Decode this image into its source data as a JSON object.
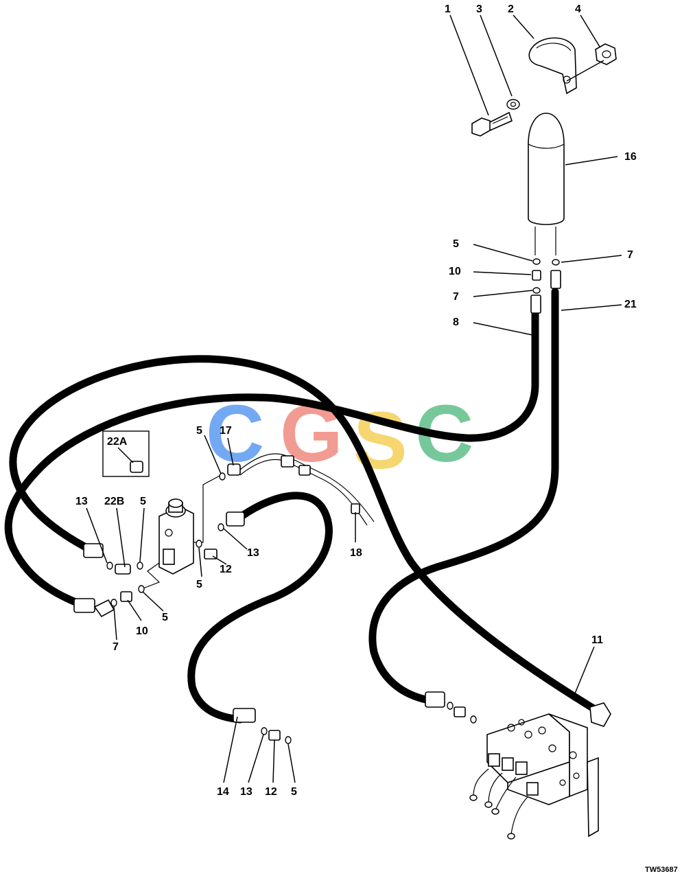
{
  "figure_id": "TW53687",
  "watermark": {
    "letters": [
      "C",
      "G",
      "S",
      "C"
    ],
    "colors": [
      "#5b9bf0",
      "#f08a80",
      "#f5cf55",
      "#5fbf8a"
    ]
  },
  "callouts": [
    {
      "id": "c-1",
      "text": "1"
    },
    {
      "id": "c-3",
      "text": "3"
    },
    {
      "id": "c-2",
      "text": "2"
    },
    {
      "id": "c-4",
      "text": "4"
    },
    {
      "id": "c-16",
      "text": "16"
    },
    {
      "id": "c-5a",
      "text": "5"
    },
    {
      "id": "c-7a",
      "text": "7"
    },
    {
      "id": "c-10a",
      "text": "10"
    },
    {
      "id": "c-7b",
      "text": "7"
    },
    {
      "id": "c-21",
      "text": "21"
    },
    {
      "id": "c-8",
      "text": "8"
    },
    {
      "id": "c-22a",
      "text": "22A"
    },
    {
      "id": "c-5b",
      "text": "5"
    },
    {
      "id": "c-17",
      "text": "17"
    },
    {
      "id": "c-13a",
      "text": "13"
    },
    {
      "id": "c-22b",
      "text": "22B"
    },
    {
      "id": "c-5c",
      "text": "5"
    },
    {
      "id": "c-13b",
      "text": "13"
    },
    {
      "id": "c-12a",
      "text": "12"
    },
    {
      "id": "c-5d",
      "text": "5"
    },
    {
      "id": "c-18",
      "text": "18"
    },
    {
      "id": "c-5e",
      "text": "5"
    },
    {
      "id": "c-7c",
      "text": "7"
    },
    {
      "id": "c-10b",
      "text": "10"
    },
    {
      "id": "c-11",
      "text": "11"
    },
    {
      "id": "c-14",
      "text": "14"
    },
    {
      "id": "c-13c",
      "text": "13"
    },
    {
      "id": "c-12b",
      "text": "12"
    },
    {
      "id": "c-5f",
      "text": "5"
    }
  ]
}
